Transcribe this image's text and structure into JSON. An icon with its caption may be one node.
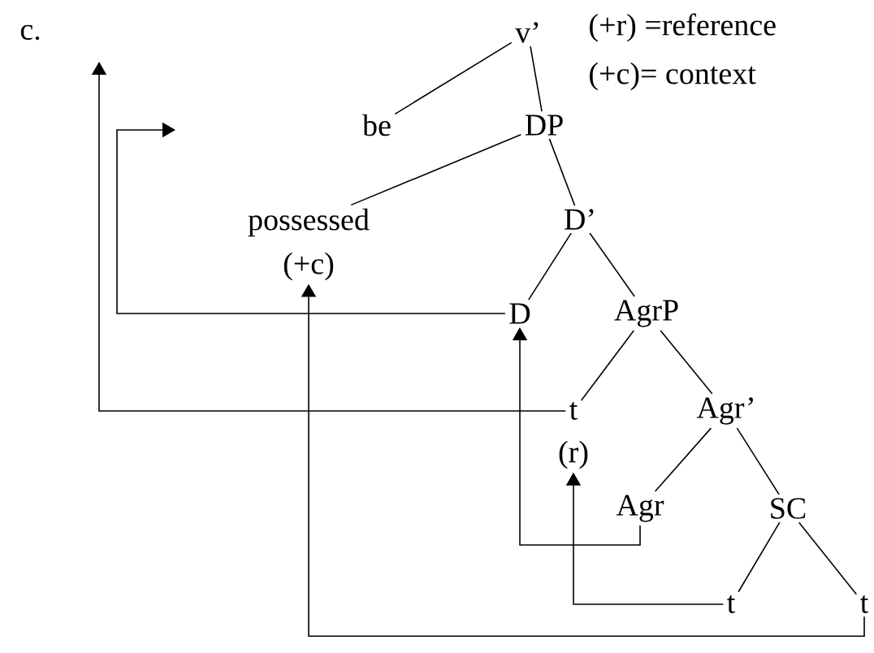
{
  "diagram": {
    "nodes": [
      {
        "text": [
          "v’"
        ]
      },
      {
        "text": [
          "be"
        ]
      },
      {
        "text": [
          "DP"
        ]
      },
      {
        "text": [
          "possessed"
        ],
        "beside": [
          "(+c)"
        ]
      },
      {
        "text": [
          "D’"
        ]
      },
      {
        "text": [
          "D"
        ]
      },
      {
        "text": [
          "AgrP"
        ]
      },
      {
        "text": [
          "t"
        ],
        "beside": [
          "(r)"
        ]
      },
      {
        "text": [
          "Agr’"
        ]
      },
      {
        "text": [
          "Agr"
        ]
      },
      {
        "text": [
          "SC"
        ]
      },
      {
        "text": [
          "t"
        ]
      },
      {
        "text": [
          "t"
        ]
      }
    ],
    "edges": [
      {
        "from": 0,
        "to": 1,
        "arrow": "none"
      },
      {
        "from": 0,
        "to": 2,
        "arrow": "none"
      },
      {
        "from": 2,
        "to": 3,
        "arrow": "none"
      },
      {
        "from": 2,
        "to": 4,
        "arrow": "none"
      },
      {
        "from": 4,
        "to": 5,
        "arrow": "none"
      },
      {
        "from": 4,
        "to": 6,
        "arrow": "none"
      },
      {
        "from": 6,
        "to": 7,
        "arrow": "none"
      },
      {
        "from": 6,
        "to": 8,
        "arrow": "none"
      },
      {
        "from": 8,
        "to": 9,
        "arrow": "none"
      },
      {
        "from": 8,
        "to": 10,
        "arrow": "none"
      },
      {
        "from": 10,
        "to": 11,
        "arrow": "none"
      },
      {
        "from": 10,
        "to": 12,
        "arrow": "none"
      },
      {
        "from": 5,
        "to": null,
        "arrow": "to"
      },
      {
        "from": 7,
        "to": null,
        "arrow": "to"
      },
      {
        "from": 9,
        "to": 5,
        "arrow": "to"
      },
      {
        "from": 11,
        "to": 7,
        "arrow": "to"
      },
      {
        "from": 12,
        "to": 3,
        "arrow": "to"
      }
    ],
    "labels": [
      "c.",
      "(+r) =reference",
      "(+c)= context"
    ]
  }
}
